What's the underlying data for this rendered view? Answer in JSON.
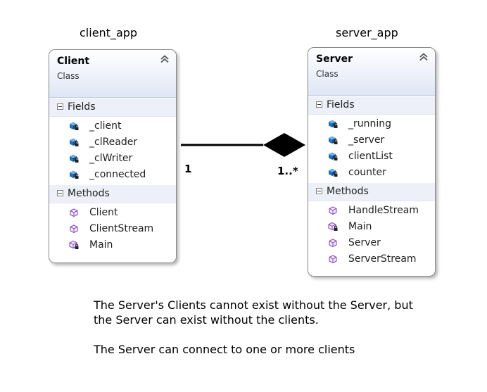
{
  "labels": {
    "client_app": "client_app",
    "server_app": "server_app"
  },
  "client": {
    "name": "Client",
    "stereotype": "Class",
    "fields_label": "Fields",
    "methods_label": "Methods",
    "fields": [
      {
        "name": "_client",
        "icon": "private-field-icon"
      },
      {
        "name": "_clReader",
        "icon": "private-field-icon"
      },
      {
        "name": "_clWriter",
        "icon": "private-field-icon"
      },
      {
        "name": "_connected",
        "icon": "private-field-icon"
      }
    ],
    "methods": [
      {
        "name": "Client",
        "icon": "public-method-icon"
      },
      {
        "name": "ClientStream",
        "icon": "public-method-icon"
      },
      {
        "name": "Main",
        "icon": "private-method-icon"
      }
    ]
  },
  "server": {
    "name": "Server",
    "stereotype": "Class",
    "fields_label": "Fields",
    "methods_label": "Methods",
    "fields": [
      {
        "name": "_running",
        "icon": "private-field-icon"
      },
      {
        "name": "_server",
        "icon": "private-field-icon"
      },
      {
        "name": "clientList",
        "icon": "private-field-icon"
      },
      {
        "name": "counter",
        "icon": "private-field-icon"
      }
    ],
    "methods": [
      {
        "name": "HandleStream",
        "icon": "public-method-icon"
      },
      {
        "name": "Main",
        "icon": "private-method-icon"
      },
      {
        "name": "Server",
        "icon": "public-method-icon"
      },
      {
        "name": "ServerStream",
        "icon": "public-method-icon"
      }
    ]
  },
  "association": {
    "type": "composition",
    "client_multiplicity": "1",
    "server_multiplicity": "1..*"
  },
  "notes": {
    "line1": "The Server's Clients cannot exist without the Server, but",
    "line2": "the Server can exist without the clients.",
    "line3": "The Server can connect to one or more clients"
  },
  "colors": {
    "header_gradient_bottom": "#dfe6f5",
    "compartment_bg": "#edf0f8",
    "field_icon": "#1f6fb8",
    "method_icon": "#8a4fc7"
  }
}
